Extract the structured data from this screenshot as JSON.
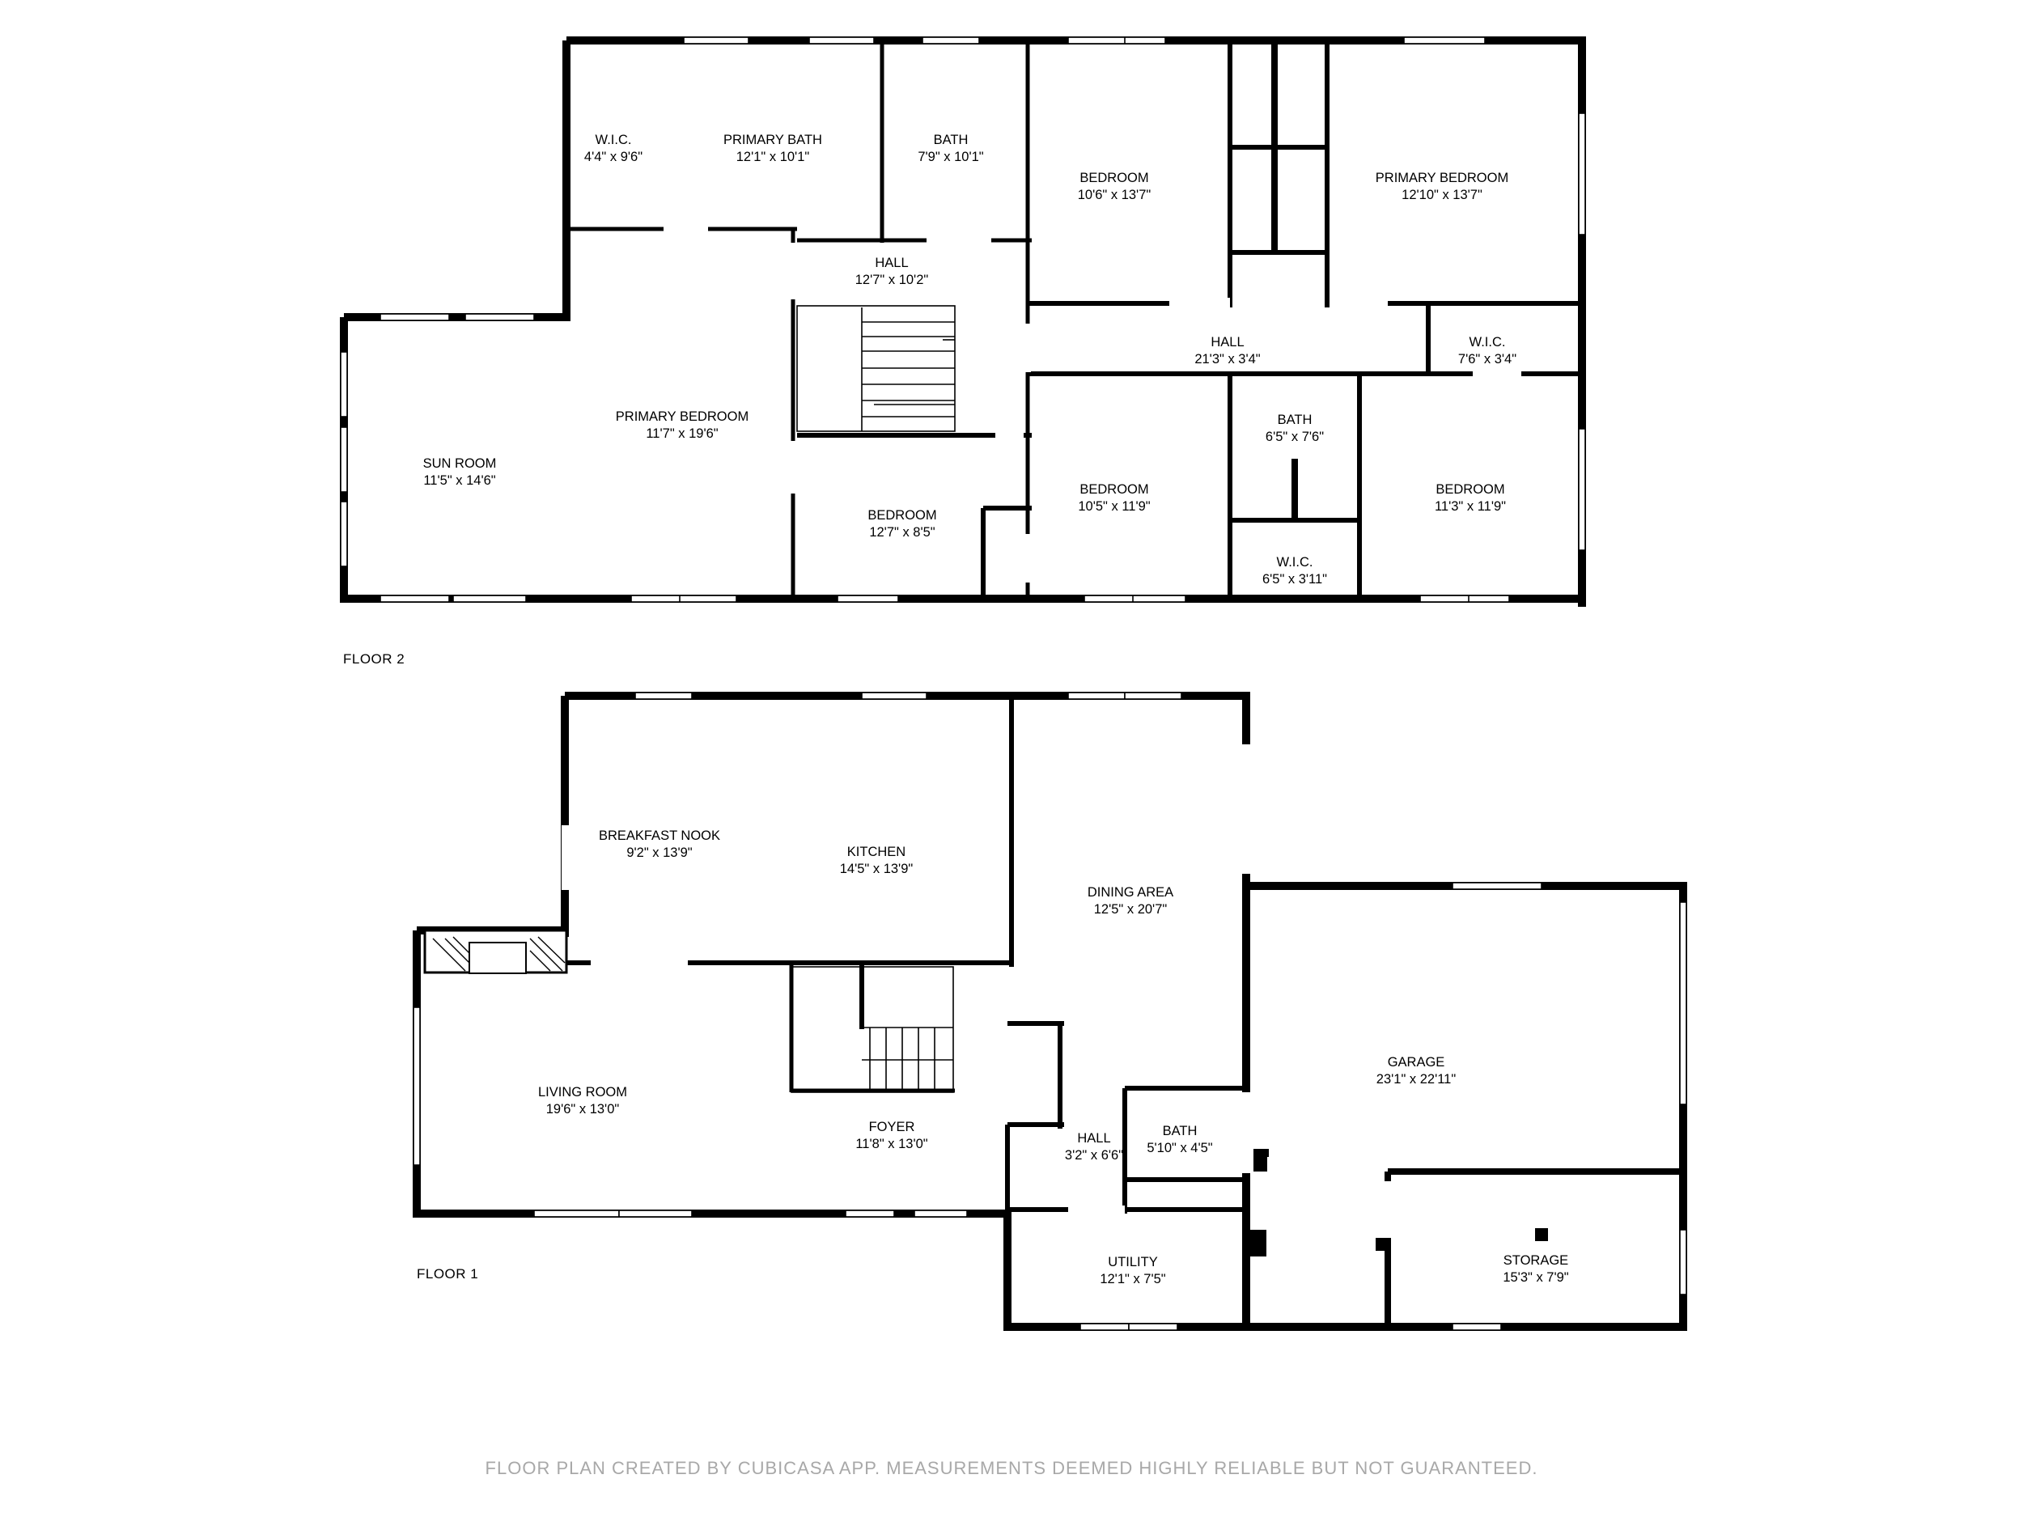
{
  "floors": [
    {
      "label": "FLOOR 2",
      "rooms": [
        {
          "name": "W.I.C.",
          "dims": "4'4\" x 9'6\""
        },
        {
          "name": "PRIMARY BATH",
          "dims": "12'1\" x 10'1\""
        },
        {
          "name": "BATH",
          "dims": "7'9\" x 10'1\""
        },
        {
          "name": "BEDROOM",
          "dims": "10'6\" x 13'7\""
        },
        {
          "name": "PRIMARY BEDROOM",
          "dims": "12'10\" x 13'7\""
        },
        {
          "name": "HALL",
          "dims": "12'7\" x 10'2\""
        },
        {
          "name": "HALL",
          "dims": "21'3\" x 3'4\""
        },
        {
          "name": "W.I.C.",
          "dims": "7'6\" x 3'4\""
        },
        {
          "name": "SUN ROOM",
          "dims": "11'5\" x 14'6\""
        },
        {
          "name": "PRIMARY BEDROOM",
          "dims": "11'7\" x 19'6\""
        },
        {
          "name": "BEDROOM",
          "dims": "12'7\" x 8'5\""
        },
        {
          "name": "BEDROOM",
          "dims": "10'5\" x 11'9\""
        },
        {
          "name": "BATH",
          "dims": "6'5\" x 7'6\""
        },
        {
          "name": "W.I.C.",
          "dims": "6'5\" x 3'11\""
        },
        {
          "name": "BEDROOM",
          "dims": "11'3\" x 11'9\""
        }
      ]
    },
    {
      "label": "FLOOR 1",
      "rooms": [
        {
          "name": "BREAKFAST NOOK",
          "dims": "9'2\" x 13'9\""
        },
        {
          "name": "KITCHEN",
          "dims": "14'5\" x 13'9\""
        },
        {
          "name": "DINING AREA",
          "dims": "12'5\" x 20'7\""
        },
        {
          "name": "GARAGE",
          "dims": "23'1\" x 22'11\""
        },
        {
          "name": "LIVING ROOM",
          "dims": "19'6\" x 13'0\""
        },
        {
          "name": "FOYER",
          "dims": "11'8\" x 13'0\""
        },
        {
          "name": "HALL",
          "dims": "3'2\" x 6'6\""
        },
        {
          "name": "BATH",
          "dims": "5'10\" x 4'5\""
        },
        {
          "name": "UTILITY",
          "dims": "12'1\" x 7'5\""
        },
        {
          "name": "STORAGE",
          "dims": "15'3\" x 7'9\""
        }
      ]
    }
  ],
  "footer": "FLOOR PLAN CREATED BY CUBICASA APP. MEASUREMENTS DEEMED HIGHLY RELIABLE BUT NOT GUARANTEED."
}
